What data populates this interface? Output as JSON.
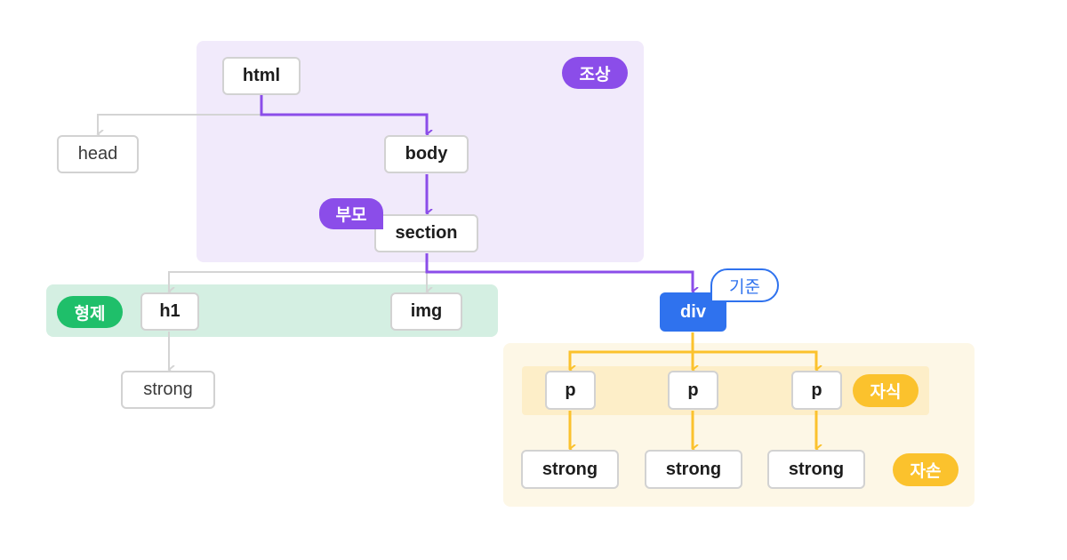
{
  "nodes": {
    "html": "html",
    "head": "head",
    "body": "body",
    "section": "section",
    "h1": "h1",
    "img": "img",
    "strong_sibling": "strong",
    "div": "div",
    "p1": "p",
    "p2": "p",
    "p3": "p",
    "strong1": "strong",
    "strong2": "strong",
    "strong3": "strong"
  },
  "labels": {
    "ancestor": "조상",
    "parent": "부모",
    "sibling": "형제",
    "base": "기준",
    "child": "자식",
    "descendant": "자손"
  },
  "colors": {
    "ancestor_line": "#8b4de9",
    "descendant_line": "#fbc22d",
    "inactive_line": "#d4d4d4",
    "base_node": "#2f72ee",
    "sibling_badge": "#1fbf6a"
  }
}
